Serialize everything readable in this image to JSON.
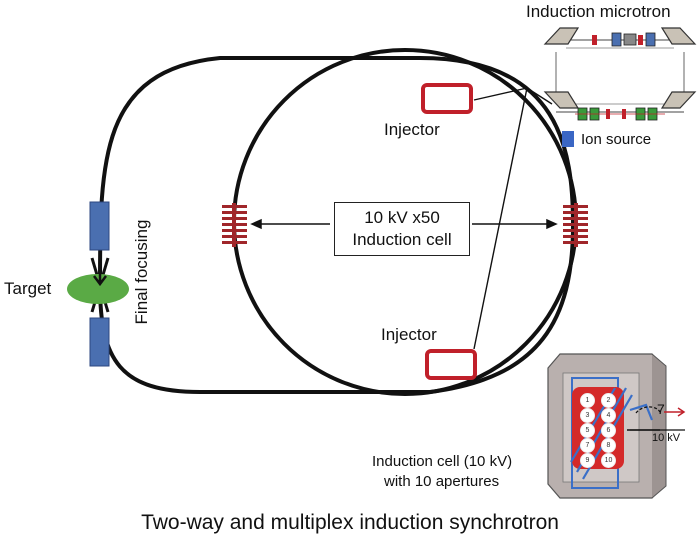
{
  "diagram": {
    "title": "Two-way and multiplex induction synchrotron",
    "labels": {
      "induction_microtron": "Induction microtron",
      "injector_top": "Injector",
      "injector_bottom": "Injector",
      "ion_source": "Ion source",
      "target": "Target",
      "final_focusing": "Final focusing",
      "induction_cell_line1": "10 kV x50",
      "induction_cell_line2": "Induction cell",
      "cell_caption_line1": "Induction cell  (10 kV)",
      "cell_caption_line2": "with 10 apertures",
      "voltage": "10 kV",
      "aperture_count": "7"
    },
    "aperture_numbers": [
      "1",
      "2",
      "3",
      "4",
      "5",
      "6",
      "7",
      "8",
      "9",
      "10"
    ],
    "colors": {
      "beam_line": "#111111",
      "injector": "#c0202a",
      "induction_stack": "#a0262a",
      "focusing_magnet": "#4a6fb0",
      "target": "#5aaa45",
      "ion_source": "#3a66c4",
      "cell_body": "#b9b0ae",
      "cell_core": "#d42a2a",
      "winding": "#3a6fc8"
    }
  }
}
